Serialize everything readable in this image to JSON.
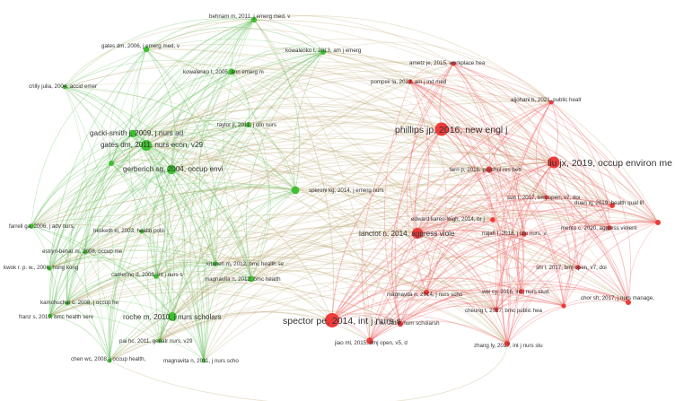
{
  "colors": {
    "cluster_green": "#3fbf32",
    "cluster_red": "#ee3a3a",
    "edge_green": "#6cc463",
    "edge_red": "#ef6a6a",
    "edge_mixed": "#b9a36a"
  },
  "nodes": [
    {
      "label": "behnam m, 2011, j emerg med, v",
      "cluster": "green"
    },
    {
      "label": "gates dm, 2006, j emerg med, v",
      "cluster": "green"
    },
    {
      "label": "kowalenko t, 2013, am j emerg",
      "cluster": "green"
    },
    {
      "label": "kowalenko t, 2005, ann emerg m",
      "cluster": "green"
    },
    {
      "label": "crilly julia, 2004, accid emer",
      "cluster": "green"
    },
    {
      "label": "taylor jl, 2011, j clin nurs",
      "cluster": "green"
    },
    {
      "label": "gacki-smith j, 2009, j nurs ad",
      "cluster": "green"
    },
    {
      "label": "gates dm, 2011, nurs econ, v29",
      "cluster": "green"
    },
    {
      "label": "",
      "cluster": "green"
    },
    {
      "label": "gerberich sg, 2004, occup envi",
      "cluster": "green"
    },
    {
      "label": "speroni kg, 2014, j emerg nurs",
      "cluster": "green"
    },
    {
      "label": "farrell ga, 2006, j adv nurs,",
      "cluster": "green"
    },
    {
      "label": "hesketh kl, 2003, health polic",
      "cluster": "green"
    },
    {
      "label": "estryn-behar m, 2008, occup me",
      "cluster": "green"
    },
    {
      "label": "kwok r. p. w., 2006, hong kong",
      "cluster": "green"
    },
    {
      "label": "camerino d, 2008, int j nurs s",
      "cluster": "green"
    },
    {
      "label": "kitaneh m, 2012, bmc health se",
      "cluster": "green"
    },
    {
      "label": "magnavita n, 2012, bmc health",
      "cluster": "green"
    },
    {
      "label": "kamchuchat c, 2008, j occup he",
      "cluster": "green"
    },
    {
      "label": "roche m, 2010, j nurs scholars",
      "cluster": "green"
    },
    {
      "label": "franz s, 2010, bmc health serv",
      "cluster": "green"
    },
    {
      "label": "pai hc, 2011, geriatr nurs, v29",
      "cluster": "green"
    },
    {
      "label": "chen wc, 2008, j occup health,",
      "cluster": "green"
    },
    {
      "label": "magnavita n, 2011, j nurs scho",
      "cluster": "green"
    },
    {
      "label": "arnetz je, 2015, workplace hea",
      "cluster": "red"
    },
    {
      "label": "pompeii la, 2013, am j ind med",
      "cluster": "red"
    },
    {
      "label": "aljohani b, 2021, public healt",
      "cluster": "red"
    },
    {
      "label": "phillips jp, 2016, new engl j",
      "cluster": "red"
    },
    {
      "label": "liu jx, 2019, occup environ me",
      "cluster": "red"
    },
    {
      "label": "ferri p, 2016, psychol res beh",
      "cluster": "red"
    },
    {
      "label": "sun t, 2017, bmj open, v7, doi",
      "cluster": "red"
    },
    {
      "label": "duan xj, 2019, health qual lif",
      "cluster": "red"
    },
    {
      "label": "edward karen-leigh, 2014, br j",
      "cluster": "red"
    },
    {
      "label": "lanctot n, 2014, aggress viole",
      "cluster": "red"
    },
    {
      "label": "najafi f, 2018, j clin nurs, v",
      "cluster": "red"
    },
    {
      "label": "mento c, 2020, aggress violent",
      "cluster": "red"
    },
    {
      "label": "",
      "cluster": "red"
    },
    {
      "label": "shi l, 2017, bmj open, v7, doi",
      "cluster": "red"
    },
    {
      "label": "magnavita n, 2014, j nurs scho",
      "cluster": "red"
    },
    {
      "label": "wei cy, 2016, int j nurs stud,",
      "cluster": "red"
    },
    {
      "label": "chor sh, 2017, j nurs manage,",
      "cluster": "red"
    },
    {
      "label": "spector pe, 2014, int j nurs s",
      "cluster": "red"
    },
    {
      "label": "s. n., 2015, hum scholarsh",
      "cluster": "red"
    },
    {
      "label": "cheung t, 2017, bmc public hea",
      "cluster": "red"
    },
    {
      "label": "jiao ml, 2015, bmj open, v5, d",
      "cluster": "red"
    },
    {
      "label": "zhang ly, 2017, int j nurs stu",
      "cluster": "red"
    },
    {
      "label": "",
      "cluster": "red"
    }
  ]
}
